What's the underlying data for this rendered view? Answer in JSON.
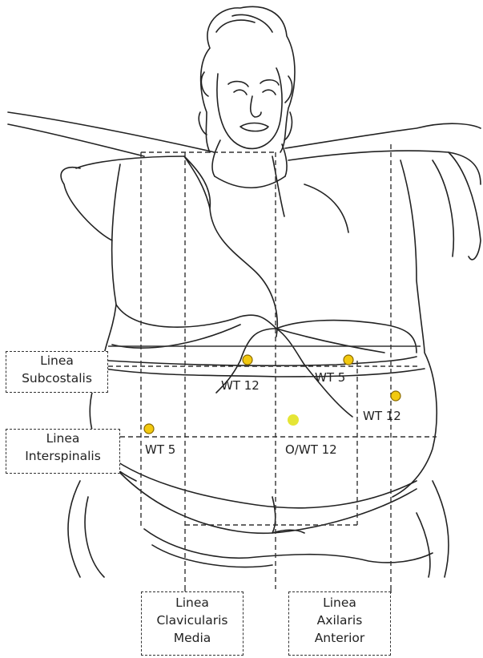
{
  "colors": {
    "marker": "#f2c90f",
    "marker_stroke": "#8a6a00",
    "marker_center": "#e5e536",
    "line": "#222222"
  },
  "labels": {
    "subcostalis": [
      "Linea",
      "Subcostalis"
    ],
    "interspinalis": [
      "Linea",
      "Interspinalis"
    ],
    "clavicularis": [
      "Linea",
      "Clavicularis",
      "Media"
    ],
    "axilaris": [
      "Linea",
      "Axilaris",
      "Anterior"
    ]
  },
  "points": [
    {
      "id": "wt12-left",
      "text": "WT 12"
    },
    {
      "id": "wt5-right",
      "text": "WT 5"
    },
    {
      "id": "wt12-right",
      "text": "WT 12"
    },
    {
      "id": "wt5-left",
      "text": "WT 5"
    },
    {
      "id": "owt12",
      "text": "O/WT 12"
    }
  ]
}
